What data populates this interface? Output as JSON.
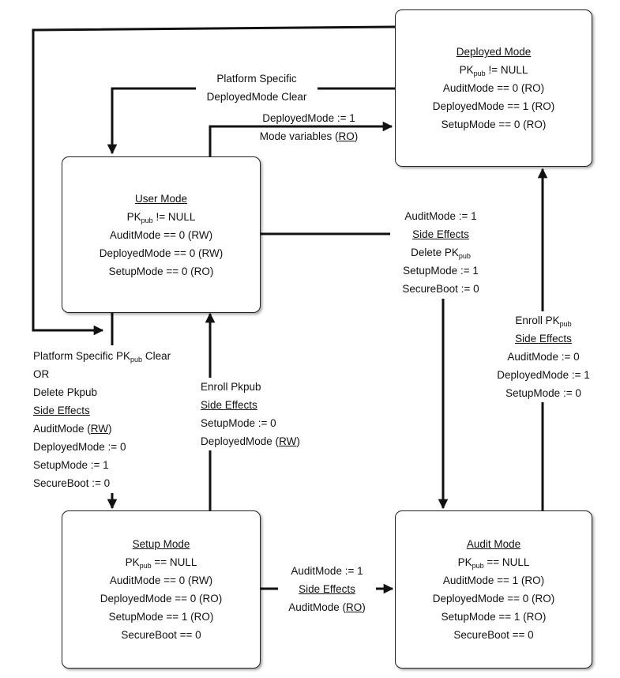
{
  "states": {
    "deployed": {
      "title": "Deployed Mode",
      "pk_base": "PK",
      "pk_sub": "pub",
      "pk_rest": " != NULL",
      "audit": "AuditMode == 0 (RO)",
      "deployed": "DeployedMode == 1 (RO)",
      "setup": "SetupMode == 0 (RO)"
    },
    "user": {
      "title": "User Mode",
      "pk_base": "PK",
      "pk_sub": "pub",
      "pk_rest": " != NULL",
      "audit": "AuditMode == 0 (RW)",
      "deployed": "DeployedMode == 0 (RW)",
      "setup": "SetupMode == 0 (RO)"
    },
    "setup": {
      "title": "Setup Mode",
      "pk_base": "PK",
      "pk_sub": "pub",
      "pk_rest": " == NULL",
      "audit": "AuditMode == 0 (RW)",
      "deployed": "DeployedMode == 0 (RO)",
      "setup": "SetupMode == 1 (RO)",
      "secure": "SecureBoot == 0"
    },
    "audit": {
      "title": "Audit Mode",
      "pk_base": "PK",
      "pk_sub": "pub",
      "pk_rest": " == NULL",
      "audit": "AuditMode == 1 (RO)",
      "deployed": "DeployedMode == 0 (RO)",
      "setup": "SetupMode == 1 (RO)",
      "secure": "SecureBoot == 0"
    }
  },
  "transitions": {
    "deployed_to_user": {
      "line1": "Platform Specific",
      "line2": "DeployedMode Clear"
    },
    "user_to_deployed": {
      "line1": "DeployedMode := 1",
      "line2_pre": "Mode variables (",
      "line2_u": "RO",
      "line2_post": ")"
    },
    "user_to_audit": {
      "line1": "AuditMode := 1",
      "line2": "Side Effects",
      "line3_base": "Delete PK",
      "line3_sub": "pub",
      "line4": "SetupMode := 1",
      "line5": "SecureBoot := 0"
    },
    "to_setup": {
      "line1_pre": "Platform Specific PK",
      "line1_sub": "pub",
      "line1_post": " Clear",
      "line2": "OR",
      "line3": "Delete Pkpub",
      "line4": "Side Effects",
      "line5_pre": "AuditMode (",
      "line5_u": "RW",
      "line5_post": ")",
      "line6": "DeployedMode := 0",
      "line7": "SetupMode := 1",
      "line8": "SecureBoot := 0"
    },
    "setup_to_user": {
      "line1": "Enroll Pkpub",
      "line2": "Side Effects",
      "line3": "SetupMode := 0",
      "line4_pre": "DeployedMode (",
      "line4_u": "RW",
      "line4_post": ")"
    },
    "audit_to_deployed": {
      "line1_base": "Enroll PK",
      "line1_sub": "pub",
      "line2": "Side Effects",
      "line3": "AuditMode := 0",
      "line4": "DeployedMode := 1",
      "line5": "SetupMode := 0"
    },
    "setup_to_audit": {
      "line1": "AuditMode := 1",
      "line2": "Side Effects",
      "line3_pre": "AuditMode (",
      "line3_u": "RO",
      "line3_post": ")"
    }
  }
}
